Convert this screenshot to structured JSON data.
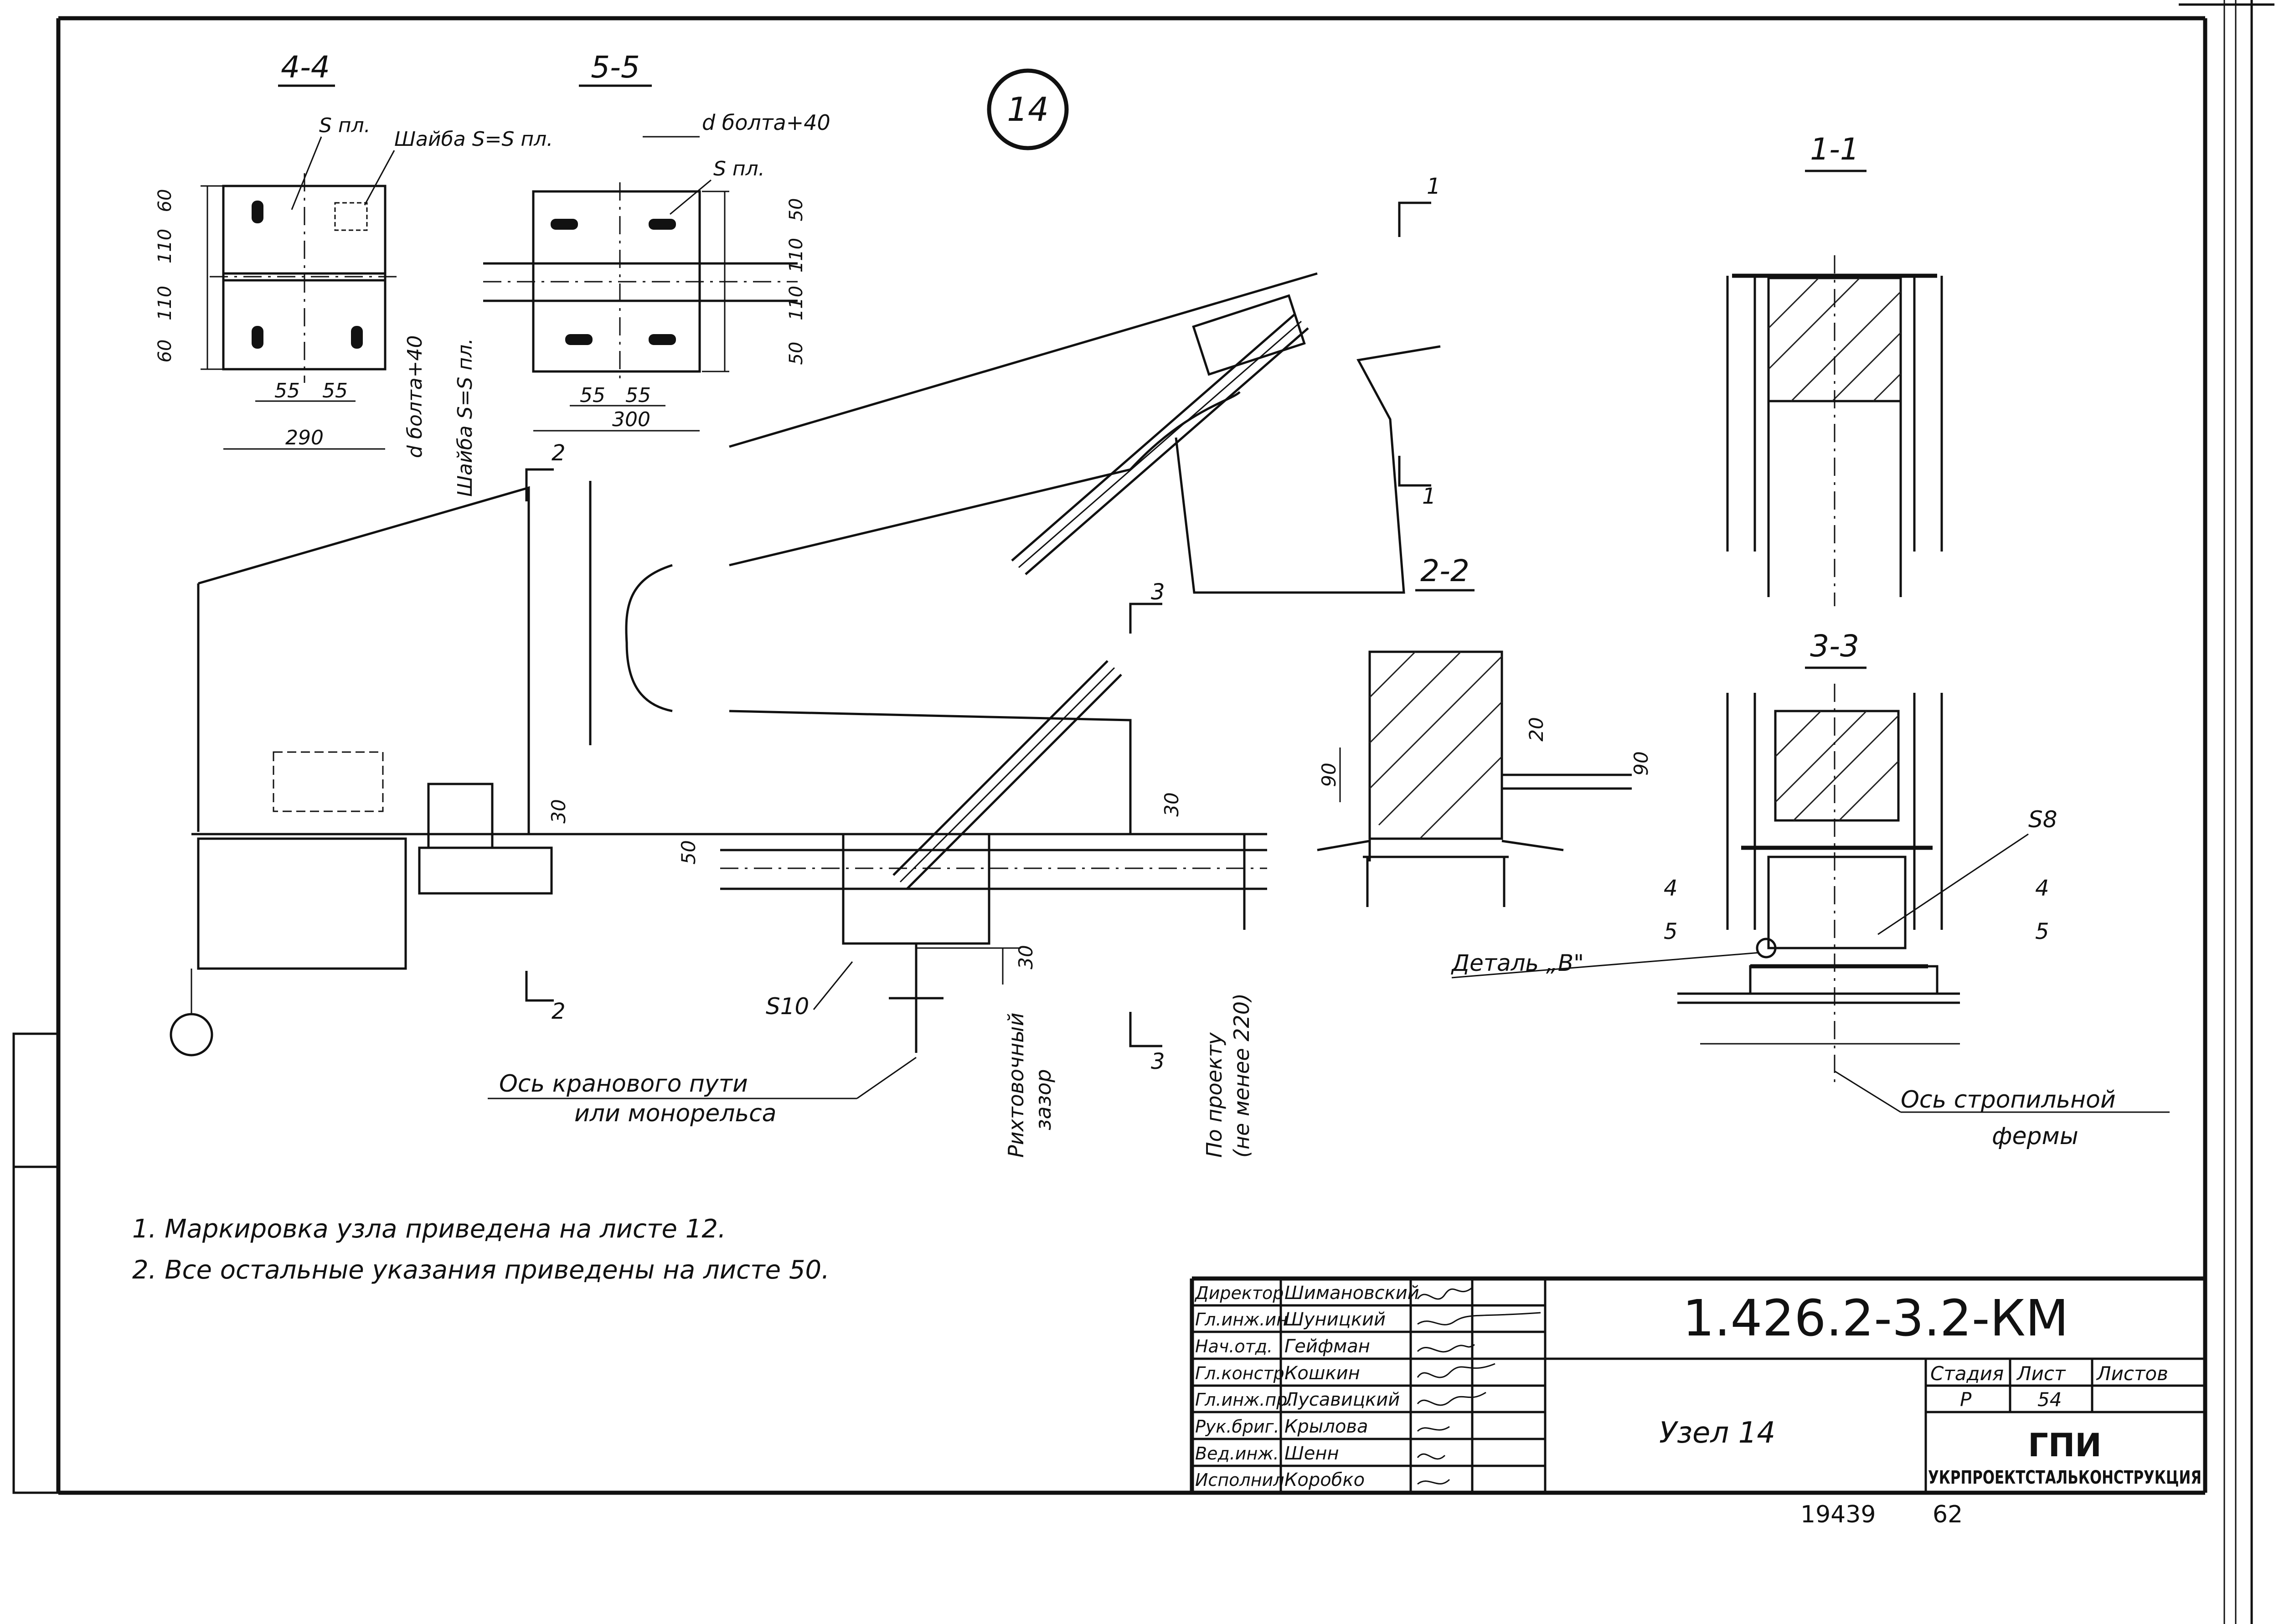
{
  "sheet": {
    "node_number": "14",
    "sections": {
      "s44": "4-4",
      "s55": "5-5",
      "s11": "1-1",
      "s22": "2-2",
      "s33": "3-3"
    },
    "section_marks": [
      "1",
      "1",
      "2",
      "2",
      "3",
      "3"
    ],
    "labels": {
      "s_pl": "S пл.",
      "s_pl_b": "S пл.",
      "washer_top": "Шайба S=S пл.",
      "washer_vert": "Шайба S=S пл.",
      "d_bolt_top": "d болта+40",
      "d_bolt_vert": "d болта+40",
      "s8": "S8",
      "s10": "S10",
      "detail_b": "Деталь „В\"",
      "crane_axis_1": "Ось кранового пути",
      "crane_axis_2": "или монорельса",
      "truss_axis_1": "Ось стропильной",
      "truss_axis_2": "фермы",
      "gap_1": "Рихтовочный",
      "gap_2": "зазор",
      "proj_1": "По проекту",
      "proj_2": "(не менее 220)"
    },
    "dims": {
      "d60a": "60",
      "d110a": "110",
      "d110b": "110",
      "d60b": "60",
      "d55a": "55",
      "d55b": "55",
      "d290": "290",
      "d50a": "50",
      "d110c": "110",
      "d110d": "110",
      "d50b": "50",
      "d55c": "55",
      "d55d": "55",
      "d300": "300",
      "d30a": "30",
      "d30b": "30",
      "d50c": "50",
      "d30c": "30",
      "d90a": "90",
      "d20": "20",
      "d90b": "90",
      "d4a": "4",
      "d5a": "5",
      "d4b": "4",
      "d5b": "5"
    },
    "notes": [
      "1. Маркировка  узла  приведена  на листе 12.",
      "2. Все  остальные  указания  приведены  на  листе 50."
    ]
  },
  "title_block": {
    "roles": [
      "Директор",
      "Гл.инж.ин",
      "Нач.отд.",
      "Гл.констр.",
      "Гл.инж.пр.",
      "Рук.бриг.",
      "Вед.инж.",
      "Исполнил"
    ],
    "names": [
      "Шимановский",
      "Шуницкий",
      "Гейфман",
      "Кошкин",
      "Лусавицкий",
      "Крылова",
      "Шенн",
      "Коробко"
    ],
    "document_code": "1.426.2-3.2-КМ",
    "title": "Узел 14",
    "stage_label": "Стадия",
    "sheet_label": "Лист",
    "sheets_label": "Листов",
    "stage_value": "Р",
    "sheet_value": "54",
    "org_logo": "ГПИ",
    "org_name": "УКРПРОЕКТСТАЛЬКОНСТРУКЦИЯ",
    "archive_number": "19439",
    "archive_sheet": "62"
  }
}
